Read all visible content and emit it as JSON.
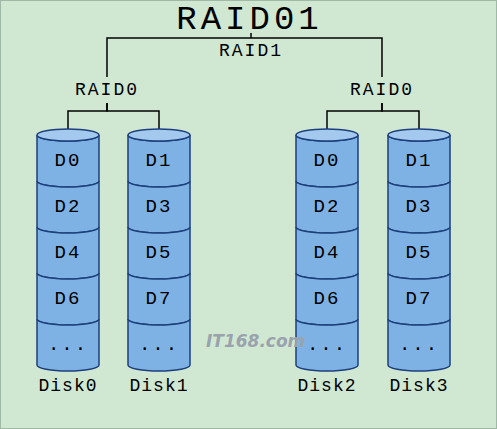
{
  "diagram": {
    "title": "RAID01",
    "nodes": [
      {
        "text": [
          "RAID1"
        ]
      },
      {
        "text": [
          "RAID0"
        ]
      },
      {
        "text": [
          "RAID0"
        ]
      },
      {
        "text": [
          "Disk0"
        ]
      },
      {
        "text": [
          "D0"
        ],
        "in": 3
      },
      {
        "text": [
          "D2"
        ],
        "in": 3
      },
      {
        "text": [
          "D4"
        ],
        "in": 3
      },
      {
        "text": [
          "D6"
        ],
        "in": 3
      },
      {
        "text": [
          "..."
        ],
        "in": 3
      },
      {
        "text": [
          "Disk1"
        ]
      },
      {
        "text": [
          "D1"
        ],
        "in": 9
      },
      {
        "text": [
          "D3"
        ],
        "in": 9
      },
      {
        "text": [
          "D5"
        ],
        "in": 9
      },
      {
        "text": [
          "D7"
        ],
        "in": 9
      },
      {
        "text": [
          "..."
        ],
        "in": 9
      },
      {
        "text": [
          "Disk2"
        ]
      },
      {
        "text": [
          "D0"
        ],
        "in": 15
      },
      {
        "text": [
          "D2"
        ],
        "in": 15
      },
      {
        "text": [
          "D4"
        ],
        "in": 15
      },
      {
        "text": [
          "D6"
        ],
        "in": 15
      },
      {
        "text": [
          "..."
        ],
        "in": 15
      },
      {
        "text": [
          "Disk3"
        ]
      },
      {
        "text": [
          "D1"
        ],
        "in": 21
      },
      {
        "text": [
          "D3"
        ],
        "in": 21
      },
      {
        "text": [
          "D5"
        ],
        "in": 21
      },
      {
        "text": [
          "D7"
        ],
        "in": 21
      },
      {
        "text": [
          "..."
        ],
        "in": 21
      }
    ],
    "edges": [
      {
        "from": 0,
        "to": 1,
        "arrow": "none"
      },
      {
        "from": 0,
        "to": 2,
        "arrow": "none"
      },
      {
        "from": 1,
        "to": 3,
        "arrow": "none"
      },
      {
        "from": 1,
        "to": 9,
        "arrow": "none"
      },
      {
        "from": 2,
        "to": 15,
        "arrow": "none"
      },
      {
        "from": 2,
        "to": 21,
        "arrow": "none"
      }
    ],
    "labels": [
      "IT168.com"
    ]
  }
}
